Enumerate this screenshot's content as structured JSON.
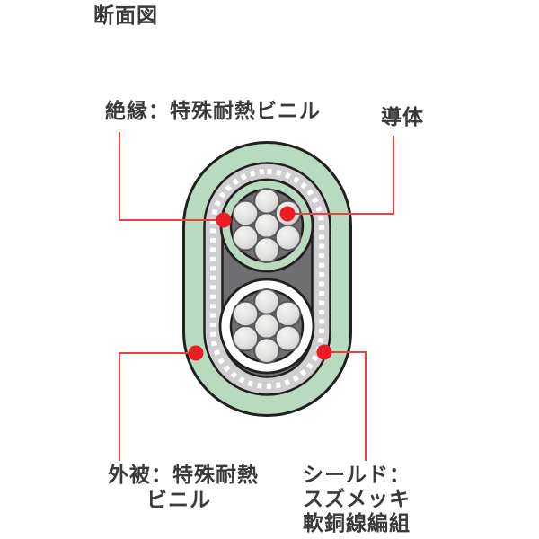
{
  "title": "断面図",
  "diagram": {
    "labels": {
      "insulation": "絶縁：特殊耐熱ビニル",
      "conductor": "導体",
      "sheath_line1": "外被：特殊耐熱",
      "sheath_line2": "ビニル",
      "shield_line1": "シールド：",
      "shield_line2": "スズメッキ",
      "shield_line3": "軟銅線編組"
    },
    "structure": {
      "cores": 2,
      "conductor_strands_per_core": 7
    },
    "colors": {
      "sheath_green": "#b8dbc0",
      "braid_gray": "#cfcfd1",
      "filler_gray": "#6f6f72",
      "outline_black": "#231f20",
      "callout_red": "#ec1c24",
      "text": "#3a3a3a",
      "background": "#ffffff"
    }
  }
}
